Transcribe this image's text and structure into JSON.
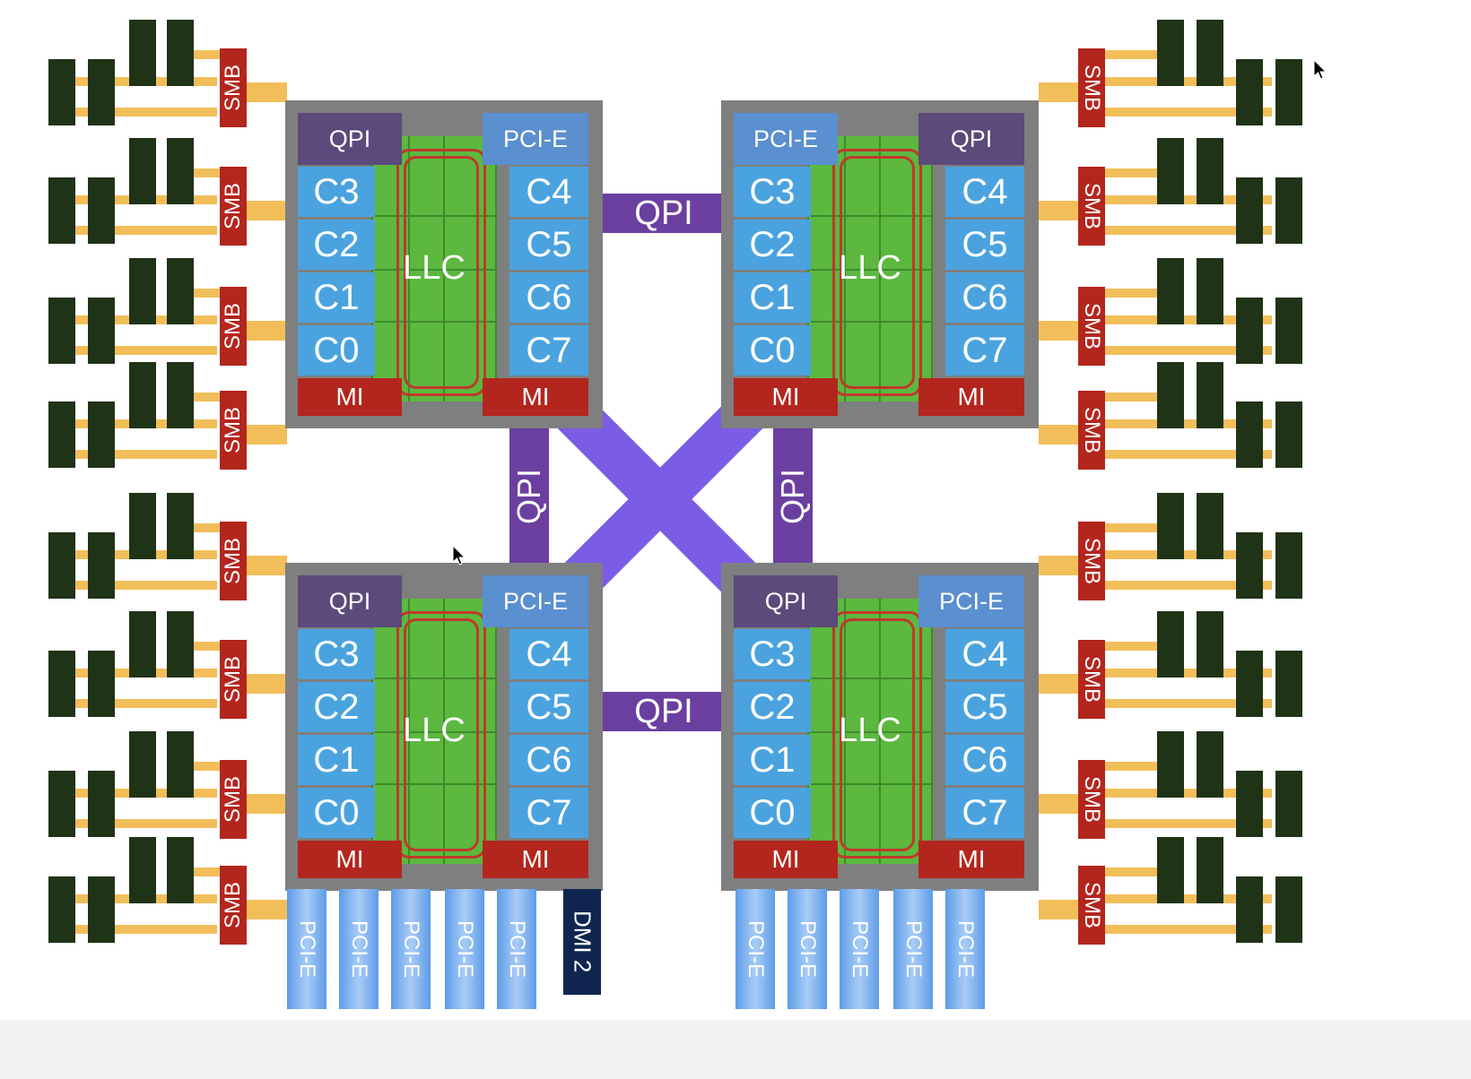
{
  "labels": {
    "qpi": "QPI",
    "pcie": "PCI-E",
    "llc": "LLC",
    "mi": "MI",
    "smb": "SMB",
    "dmi": "DMI 2"
  },
  "cores": {
    "left_column": [
      "C3",
      "C2",
      "C1",
      "C0"
    ],
    "right_column": [
      "C4",
      "C5",
      "C6",
      "C7"
    ]
  },
  "colors": {
    "core": "#4aa3df",
    "llc": "#5cb83f",
    "qpi_link": "#6b3fa0",
    "crossbar": "#7a5ce6",
    "memory_interface": "#b3261e",
    "dimm": "#1f3317",
    "trace": "#f2be5a"
  }
}
